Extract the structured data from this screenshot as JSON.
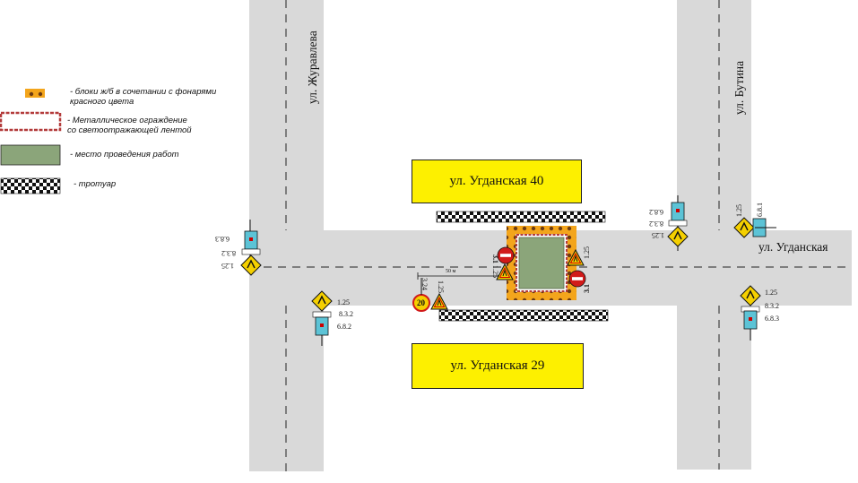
{
  "legend": {
    "blocks": "- блоки ж/б в сочетании с фонарями\nкрасного цвета",
    "fence": "- Металлическое ограждение\nсо светоотражающей лентой",
    "work_site": "- место проведения работ",
    "sidewalk": "- тротуар"
  },
  "streets": {
    "zhuravleva": "ул. Журавлева",
    "butina": "ул. Бутина",
    "ugdanskaya": "ул. Угданская"
  },
  "buildings": {
    "north": "ул. Угданская 40",
    "south": "ул. Угданская 29"
  },
  "signs": {
    "speed_limit": "20",
    "distance": "50 м",
    "left_group": [
      "1.25",
      "8.3.2",
      "6.8.3"
    ],
    "bottom_left_group": [
      "1.25",
      "8.3.2",
      "6.8.2"
    ],
    "right_top_group": [
      "6.8.2",
      "8.3.2",
      "1.25"
    ],
    "far_right_top": [
      "1.25",
      "6.8.1"
    ],
    "far_right_bottom": [
      "1.25",
      "8.3.2",
      "6.8.3"
    ],
    "work_left": [
      "3.1",
      "1.25"
    ],
    "work_right": [
      "3.1",
      "1.25"
    ],
    "speed_labels": [
      "3.24",
      "1.25"
    ]
  },
  "colors": {
    "road": "#d9d9d9",
    "building": "#fdf000",
    "work_area": "#8ba57a",
    "warning_yellow": "#f5d000",
    "sign_blue": "#5cc3d6",
    "no_entry_red": "#d11a1a",
    "fence_red": "#b33a3a"
  }
}
